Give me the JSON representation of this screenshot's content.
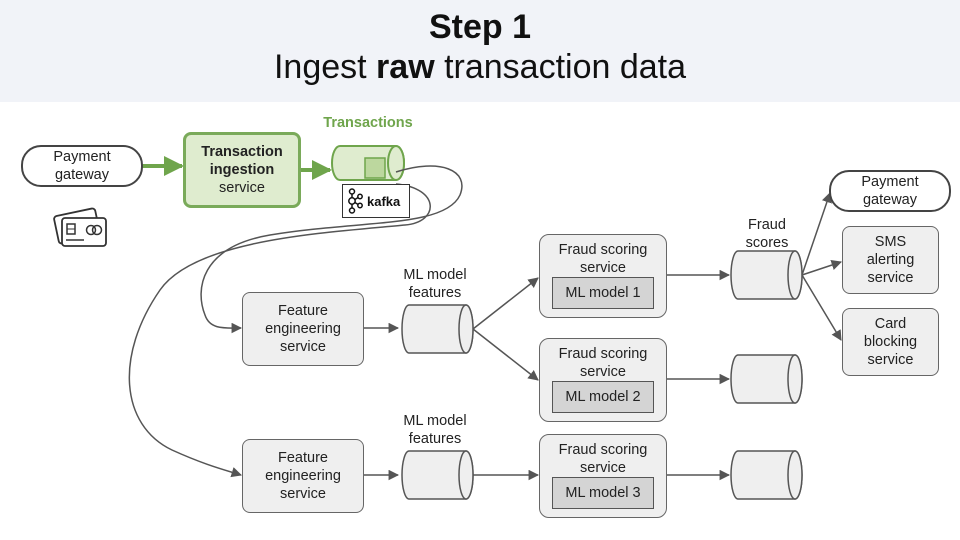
{
  "header": {
    "title": "Step 1",
    "subtitle_pre": "Ingest ",
    "subtitle_bold": "raw",
    "subtitle_post": " transaction data"
  },
  "nodes": {
    "payment_gateway_in": "Payment\ngateway",
    "ingestion_bold": "Transaction\ningestion",
    "ingestion_rest": "service",
    "feature_eng_1": "Feature\nengineering\nservice",
    "feature_eng_2": "Feature\nengineering\nservice",
    "fraud_scoring_1": "Fraud scoring\nservice",
    "fraud_scoring_2": "Fraud scoring\nservice",
    "fraud_scoring_3": "Fraud scoring\nservice",
    "ml_model_1": "ML model 1",
    "ml_model_2": "ML model 2",
    "ml_model_3": "ML model 3",
    "payment_gateway_out": "Payment\ngateway",
    "sms_alerting": "SMS\nalerting\nservice",
    "card_blocking": "Card\nblocking\nservice"
  },
  "labels": {
    "transactions": "Transactions",
    "kafka": "kafka",
    "ml_features_1": "ML model\nfeatures",
    "ml_features_2": "ML model\nfeatures",
    "fraud_scores": "Fraud\nscores"
  },
  "icons": [
    "credit-cards-icon",
    "kafka-logo-icon"
  ],
  "colors": {
    "accent_green": "#6fa54c",
    "accent_green_fill": "#dfeccf",
    "header_bg": "#f1f3f8"
  }
}
